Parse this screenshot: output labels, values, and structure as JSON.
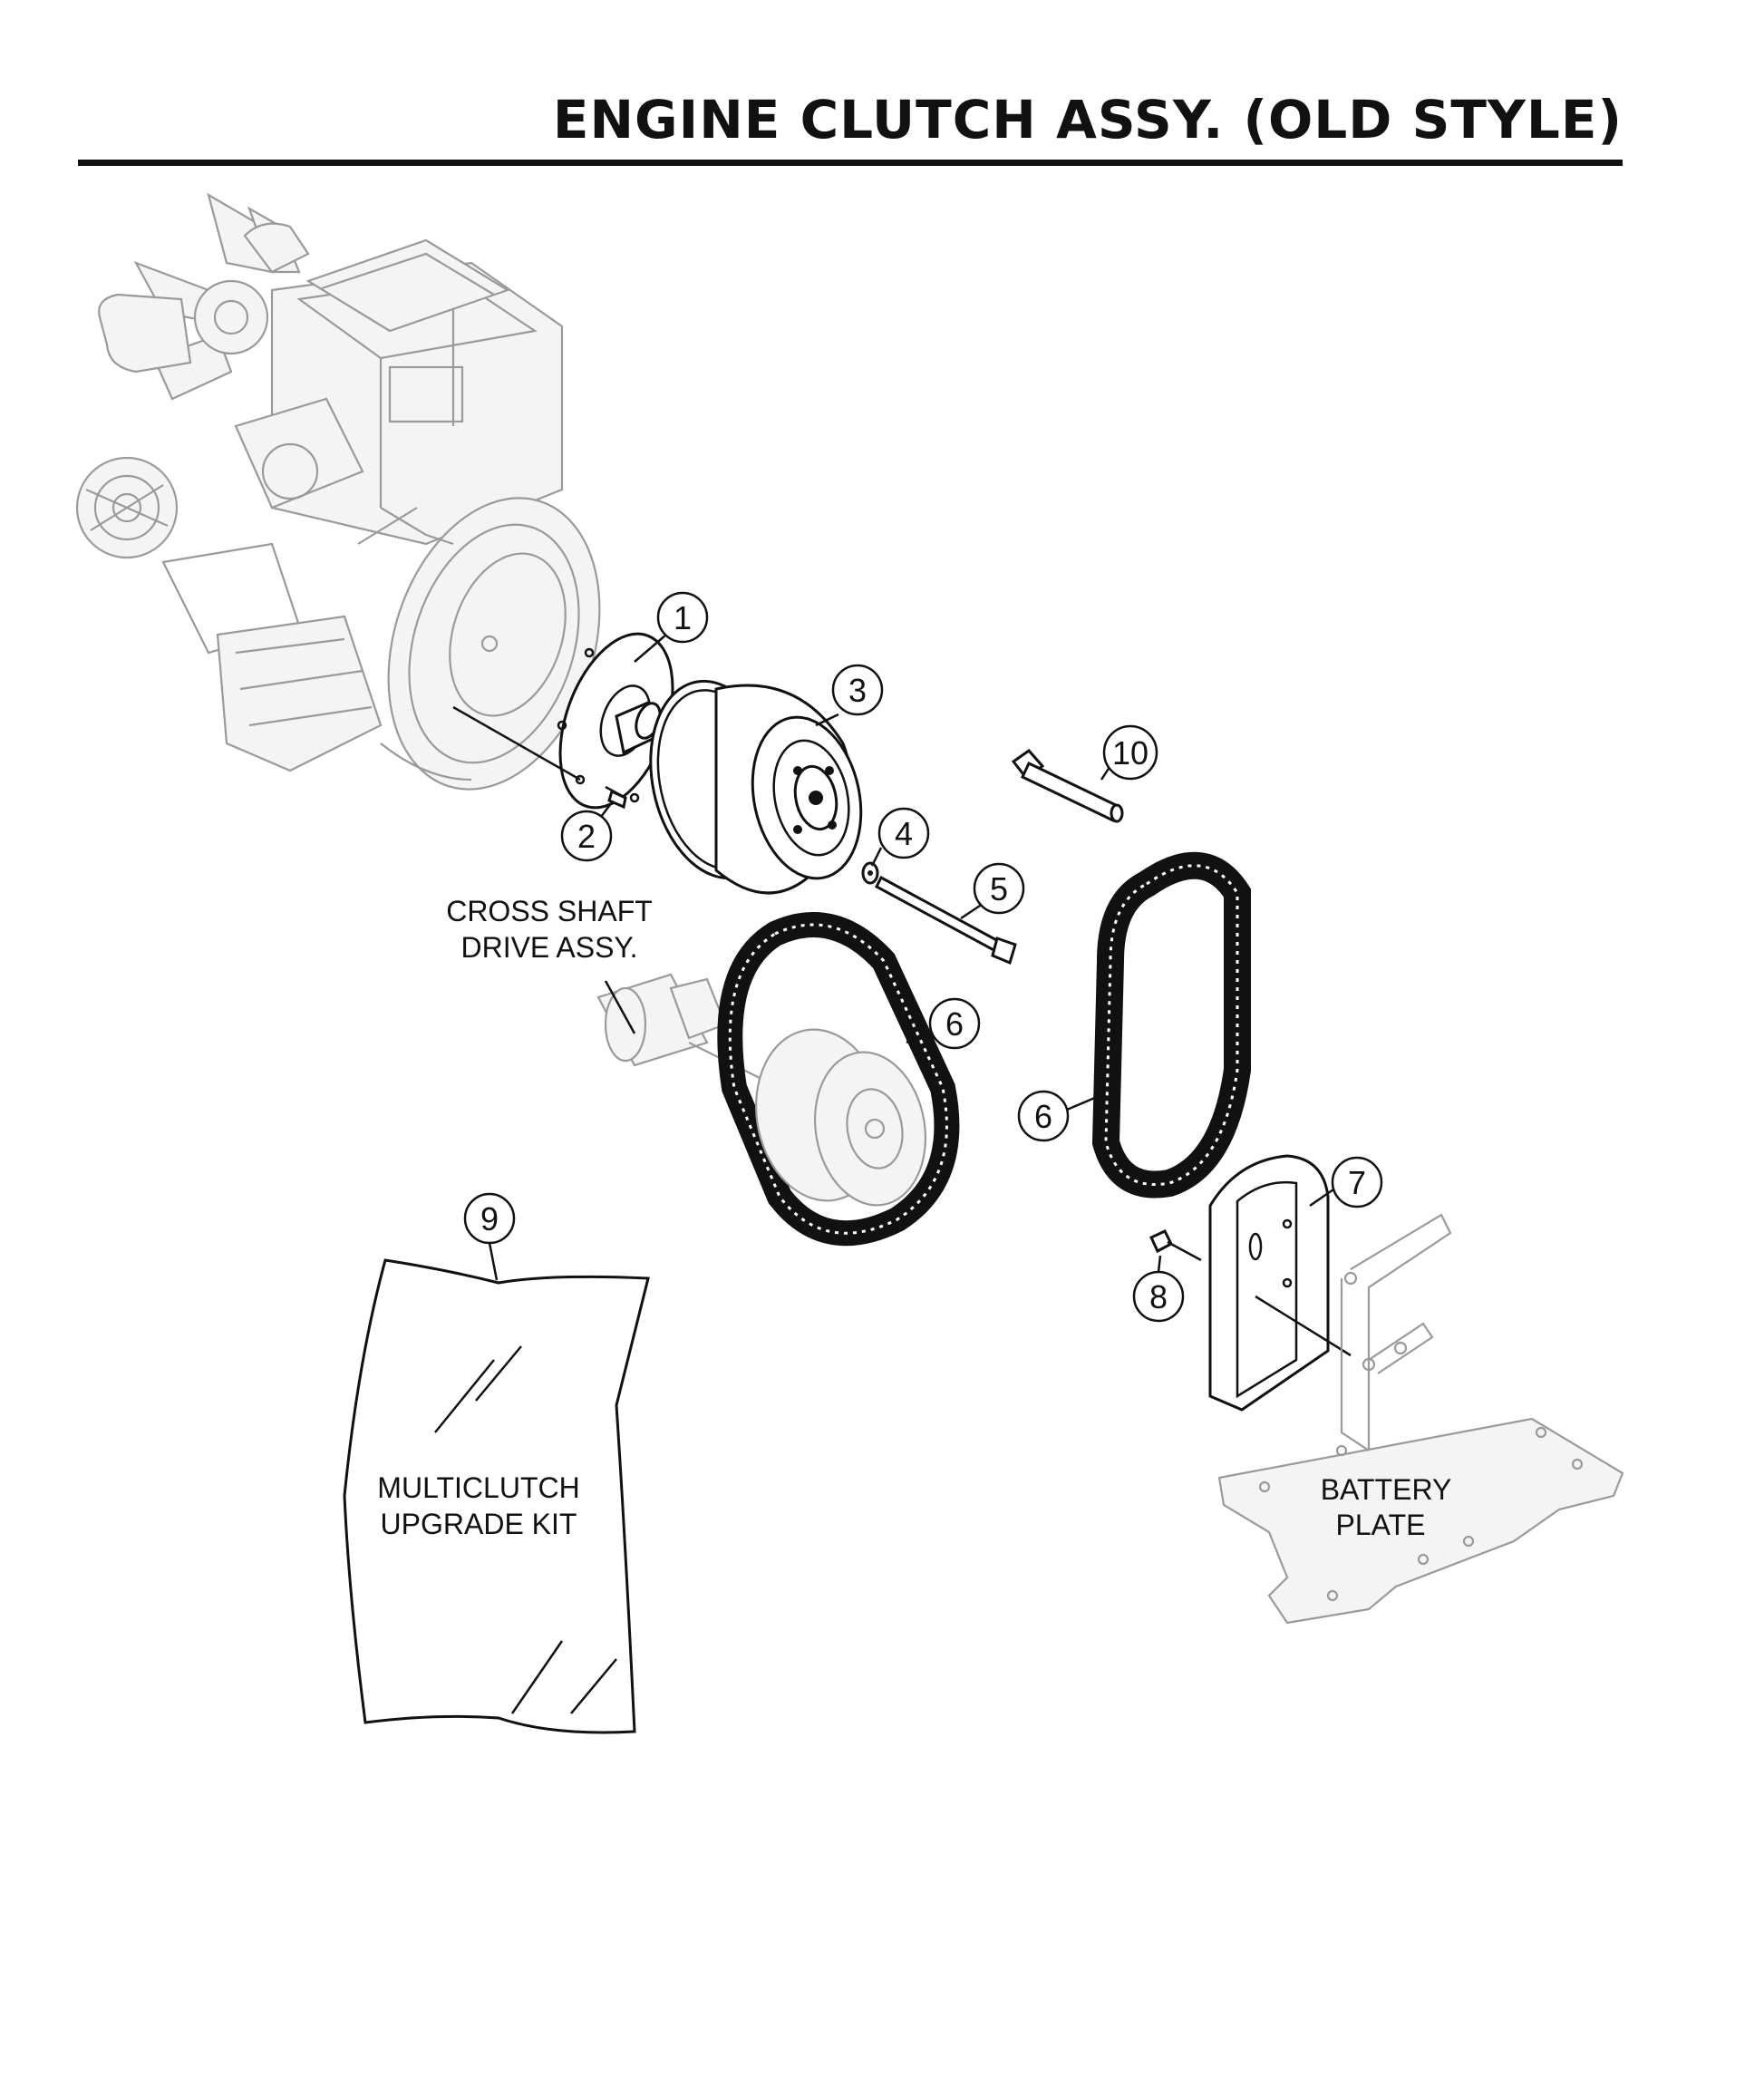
{
  "header": {
    "title": "ENGINE CLUTCH ASSY. (OLD STYLE)"
  },
  "labels": {
    "cross_shaft_line1": "CROSS SHAFT",
    "cross_shaft_line2": "DRIVE ASSY.",
    "battery_line1": "BATTERY",
    "battery_line2": "PLATE",
    "kit_line1": "MULTICLUTCH",
    "kit_line2": "UPGRADE KIT"
  },
  "callouts": [
    "1",
    "2",
    "3",
    "4",
    "5",
    "6",
    "6",
    "7",
    "8",
    "9",
    "10"
  ]
}
